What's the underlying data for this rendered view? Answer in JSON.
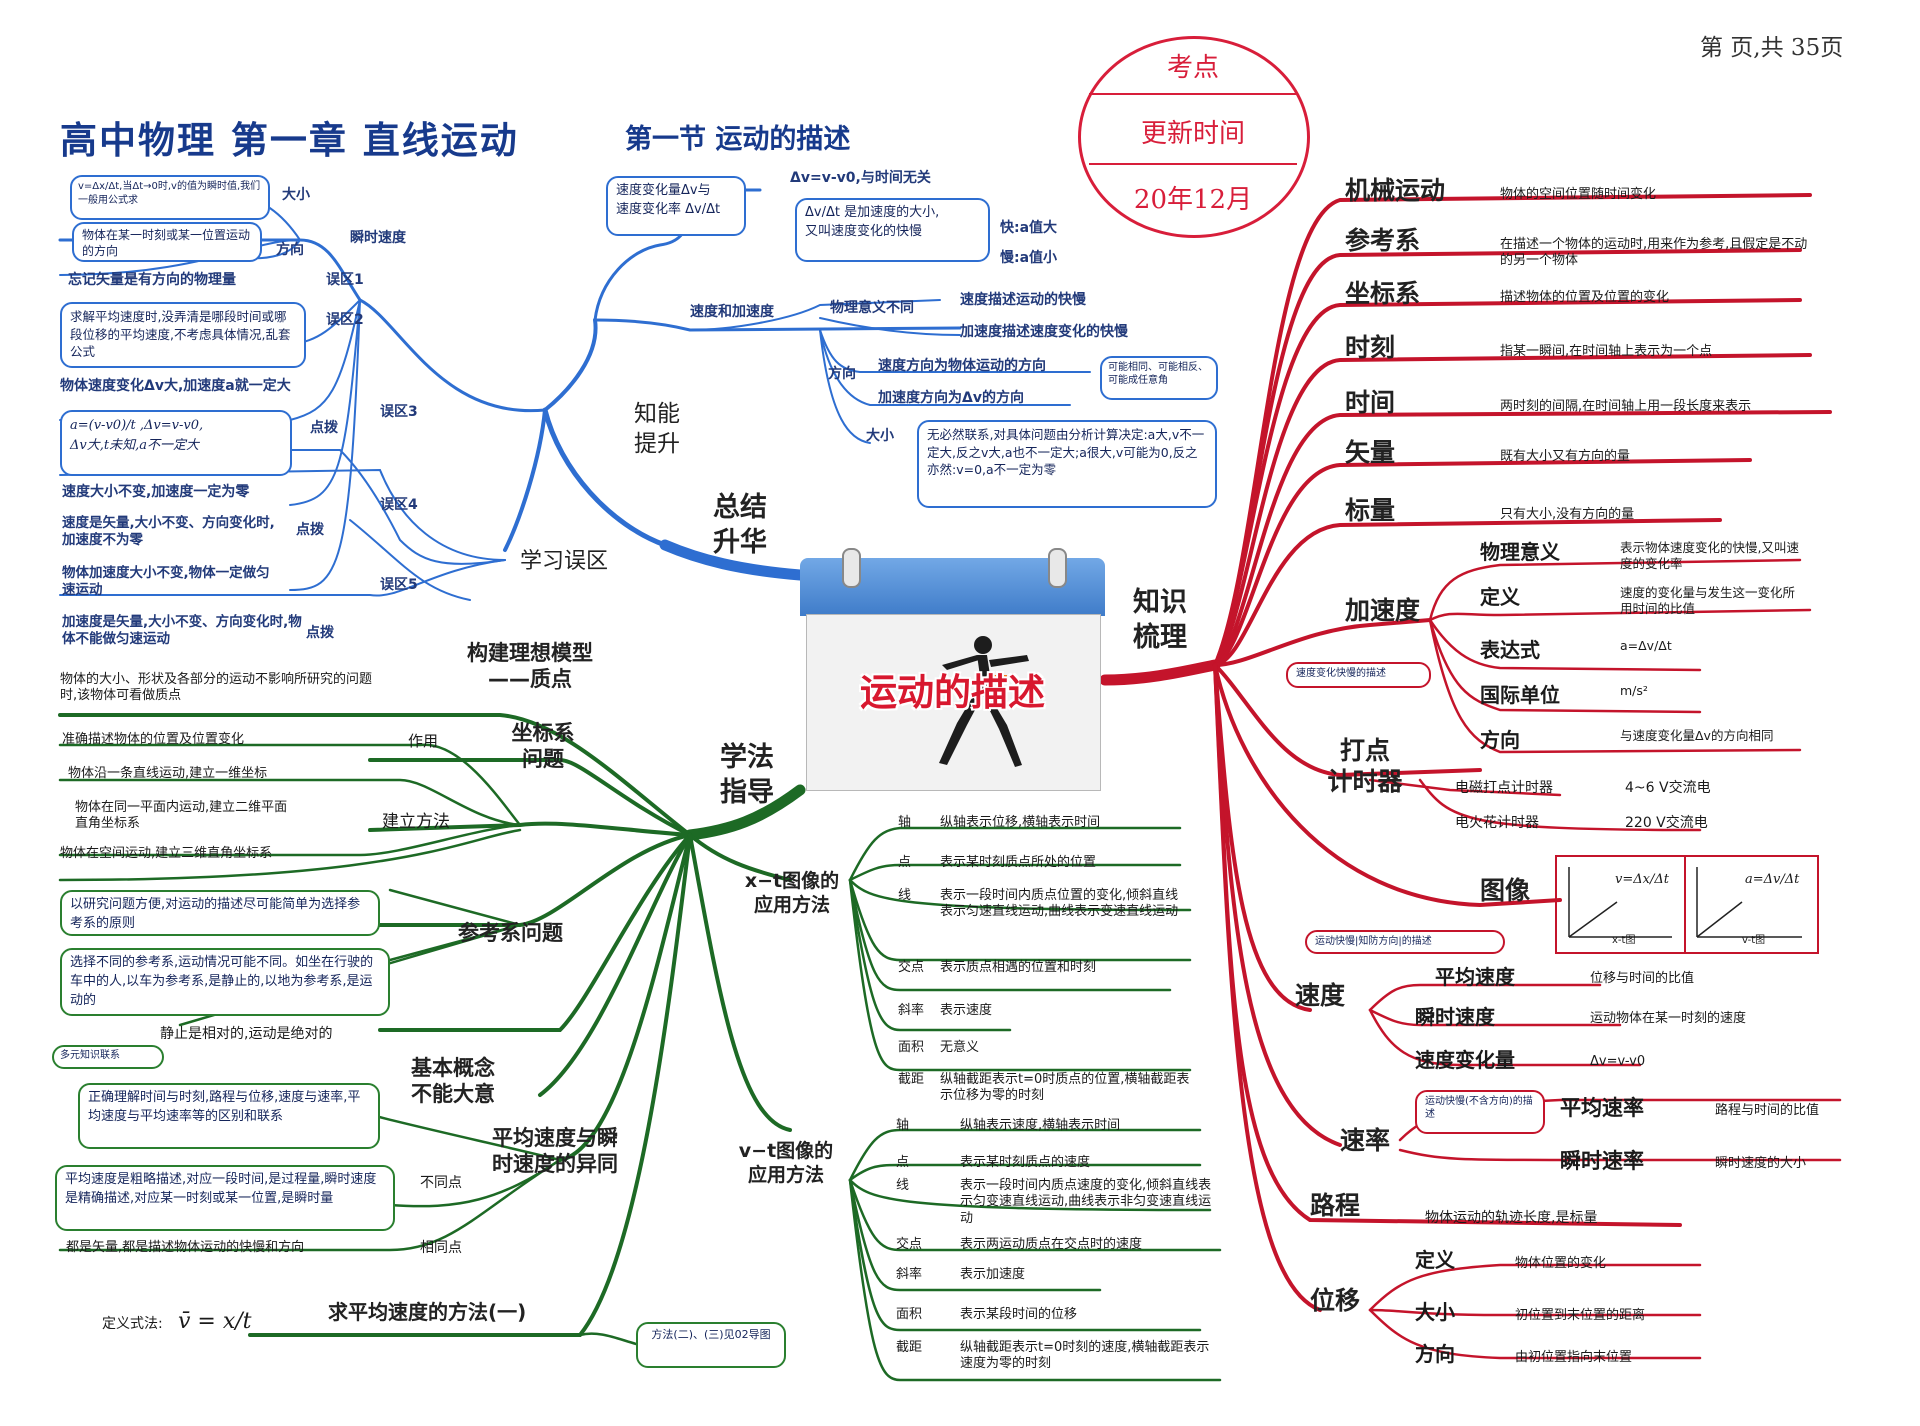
{
  "title": {
    "main": "高中物理   第一章   直线运动",
    "sub": "第一节   运动的描述"
  },
  "page_number": "第 页,共 35页",
  "stamp": {
    "line1": "考点",
    "line2": "更新时间",
    "line3": "20年12月"
  },
  "center": {
    "title": "运动的描述"
  },
  "colors": {
    "blue": "#2e6ed1",
    "red": "#c4142b",
    "green": "#1d6a25",
    "stamp": "#d81e3a"
  },
  "icons": {
    "center": "calendar-icon",
    "figure": "runner-icon"
  },
  "branch_labels": {
    "zongjie": "总结\n升华",
    "zhishi": "知识\n梳理",
    "xuefa": "学法\n指导"
  },
  "blue": {
    "zhineng": "知能\n提升",
    "xuexi": "学习误区",
    "sudu_jiasudu": "速度和加速度",
    "change": {
      "box": "速度变化量Δv与\n速度变化率 Δv/Δt",
      "line1": "Δv=v-v0,与时间无关",
      "box2": "Δv/Δt 是加速度的大小,\n又叫速度变化的快慢",
      "fast": "快:a值大",
      "slow": "慢:a值小"
    },
    "meaning": {
      "label": "物理意义不同",
      "a": "速度描述运动的快慢",
      "b": "加速度描述速度变化的快慢"
    },
    "direction": {
      "label": "方向",
      "a": "速度方向为物体运动的方向",
      "b": "加速度方向为Δv的方向",
      "note": "可能相同、可能相反、可能成任意角"
    },
    "size": {
      "label": "大小",
      "text": "无必然联系,对具体问题由分析计算决定:a大,v不一定大,反之v大,a也不一定大;a很大,v可能为0,反之亦然:v=0,a不一定为零"
    },
    "left": {
      "formula_box": "v=Δx/Δt,当Δt→0时,v的值为瞬时值,我们一般用公式求",
      "daxiao": "大小",
      "moment_box": "物体在某一时刻或某一位置运动的方向",
      "fangxiang": "方向",
      "shunshi": "瞬时速度",
      "w1_text": "忘记矢量是有方向的物理量",
      "w1": "误区1",
      "w2_box": "求解平均速度时,没弄清是哪段时间或哪段位移的平均速度,不考虑具体情况,乱套公式",
      "w2": "误区2",
      "w3_text": "物体速度变化Δv大,加速度a就一定大",
      "w3": "误区3",
      "w3_box": "a=(v-v0)/t ,Δv=v-v0,\nΔv大,t未知,a不一定大",
      "dianbo": "点拨",
      "w4_a": "速度大小不变,加速度一定为零",
      "w4": "误区4",
      "w4_b": "速度是矢量,大小不变、方向变化时,加速度不为零",
      "w5_a": "物体加速度大小不变,物体一定做匀速运动",
      "w5": "误区5",
      "w5_b": "加速度是矢量,大小不变、方向变化时,物体不能做匀速运动"
    }
  },
  "red": {
    "items": [
      {
        "label": "机械运动",
        "desc": "物体的空间位置随时间变化"
      },
      {
        "label": "参考系",
        "desc": "在描述一个物体的运动时,用来作为参考,且假定是不动的另一个物体"
      },
      {
        "label": "坐标系",
        "desc": "描述物体的位置及位置的变化"
      },
      {
        "label": "时刻",
        "desc": "指某一瞬间,在时间轴上表示为一个点"
      },
      {
        "label": "时间",
        "desc": "两时刻的间隔,在时间轴上用一段长度来表示"
      },
      {
        "label": "矢量",
        "desc": "既有大小又有方向的量"
      },
      {
        "label": "标量",
        "desc": "只有大小,没有方向的量"
      }
    ],
    "jiasudu": {
      "label": "加速度",
      "note": "速度变化快慢的描述",
      "children": [
        {
          "label": "物理意义",
          "desc": "表示物体速度变化的快慢,又叫速度的变化率"
        },
        {
          "label": "定义",
          "desc": "速度的变化量与发生这一变化所用时间的比值"
        },
        {
          "label": "表达式",
          "desc": "a=Δv/Δt"
        },
        {
          "label": "国际单位",
          "desc": "m/s²"
        },
        {
          "label": "方向",
          "desc": "与速度变化量Δv的方向相同"
        }
      ]
    },
    "dadian": {
      "label": "打点\n计时器",
      "children": [
        {
          "label": "电磁打点计时器",
          "desc": "4~6 V交流电"
        },
        {
          "label": "电火花计时器",
          "desc": "220 V交流电"
        }
      ]
    },
    "tuxiang": {
      "label": "图像",
      "graph1": "v=Δx/Δt",
      "graph1_cap": "x-t图",
      "graph2": "a=Δv/Δt",
      "graph2_cap": "v-t图",
      "note": "运动快慢|知防方向|的描述"
    },
    "sudu": {
      "label": "速度",
      "children": [
        {
          "label": "平均速度",
          "desc": "位移与时间的比值"
        },
        {
          "label": "瞬时速度",
          "desc": "运动物体在某一时刻的速度"
        },
        {
          "label": "速度变化量",
          "desc": "Δv=v-v0"
        }
      ]
    },
    "sulv": {
      "label": "速率",
      "note": "运动快慢(不含方向)的描述",
      "children": [
        {
          "label": "平均速率",
          "desc": "路程与时间的比值"
        },
        {
          "label": "瞬时速率",
          "desc": "瞬时速度的大小"
        }
      ]
    },
    "lucheng": {
      "label": "路程",
      "desc": "物体运动的轨迹长度,是标量"
    },
    "weiyi": {
      "label": "位移",
      "children": [
        {
          "label": "定义",
          "desc": "物体位置的变化"
        },
        {
          "label": "大小",
          "desc": "初位置到末位置的距离"
        },
        {
          "label": "方向",
          "desc": "由初位置指向末位置"
        }
      ]
    }
  },
  "green": {
    "lixiang": {
      "label": "构建理想模型\n——质点",
      "desc": "物体的大小、形状及各部分的运动不影响所研究的问题时,该物体可看做质点"
    },
    "zuobiao": {
      "label": "坐标系\n问题",
      "zuoyong": "作用",
      "zuoyong_desc": "准确描述物体的位置及位置变化",
      "jianli": "建立方法",
      "m1": "物体沿一条直线运动,建立一维坐标",
      "m2": "物体在同一平面内运动,建立二维平面直角坐标系",
      "m3": "物体在空间运动,建立三维直角坐标系"
    },
    "cankao": {
      "label": "参考系问题",
      "box1": "以研究问题方便,对运动的描述尽可能简单为选择参考系的原则",
      "box2": "选择不同的参考系,运动情况可能不同。如坐在行驶的车中的人,以车为参考系,是静止的,以地为参考系,是运动的",
      "text": "静止是相对的,运动是绝对的"
    },
    "jiben": {
      "label": "基本概念\n不能大意",
      "note": "多元知识联系",
      "box": "正确理解时间与时刻,路程与位移,速度与速率,平均速度与平均速率等的区别和联系"
    },
    "pingjun": {
      "label": "平均速度与瞬\n时速度的异同",
      "butong": "不同点",
      "box": "平均速度是粗略描述,对应一段时间,是过程量,瞬时速度是精确描述,对应某一时刻或某一位置,是瞬时量",
      "xiangtong": "相同点",
      "xiangtong_desc": "都是矢量,都是描述物体运动的快慢和方向"
    },
    "qiu": {
      "label": "求平均速度的方法(一)",
      "def": "定义式法:",
      "formula": "v̄ = x/t",
      "note": "方法(二)、(三)见02导图"
    },
    "xt": {
      "label": "x−t图像的\n应用方法",
      "items": [
        {
          "k": "轴",
          "v": "纵轴表示位移,横轴表示时间"
        },
        {
          "k": "点",
          "v": "表示某时刻质点所处的位置"
        },
        {
          "k": "线",
          "v": "表示一段时间内质点位置的变化,倾斜直线表示匀速直线运动,曲线表示变速直线运动"
        },
        {
          "k": "交点",
          "v": "表示质点相遇的位置和时刻"
        },
        {
          "k": "斜率",
          "v": "表示速度"
        },
        {
          "k": "面积",
          "v": "无意义"
        },
        {
          "k": "截距",
          "v": "纵轴截距表示t=0时质点的位置,横轴截距表示位移为零的时刻"
        }
      ]
    },
    "vt": {
      "label": "v−t图像的\n应用方法",
      "items": [
        {
          "k": "轴",
          "v": "纵轴表示速度,横轴表示时间"
        },
        {
          "k": "点",
          "v": "表示某时刻质点的速度"
        },
        {
          "k": "线",
          "v": "表示一段时间内质点速度的变化,倾斜直线表示匀变速直线运动,曲线表示非匀变速直线运动"
        },
        {
          "k": "交点",
          "v": "表示两运动质点在交点时的速度"
        },
        {
          "k": "斜率",
          "v": "表示加速度"
        },
        {
          "k": "面积",
          "v": "表示某段时间的位移"
        },
        {
          "k": "截距",
          "v": "纵轴截距表示t=0时刻的速度,横轴截距表示速度为零的时刻"
        }
      ]
    }
  }
}
